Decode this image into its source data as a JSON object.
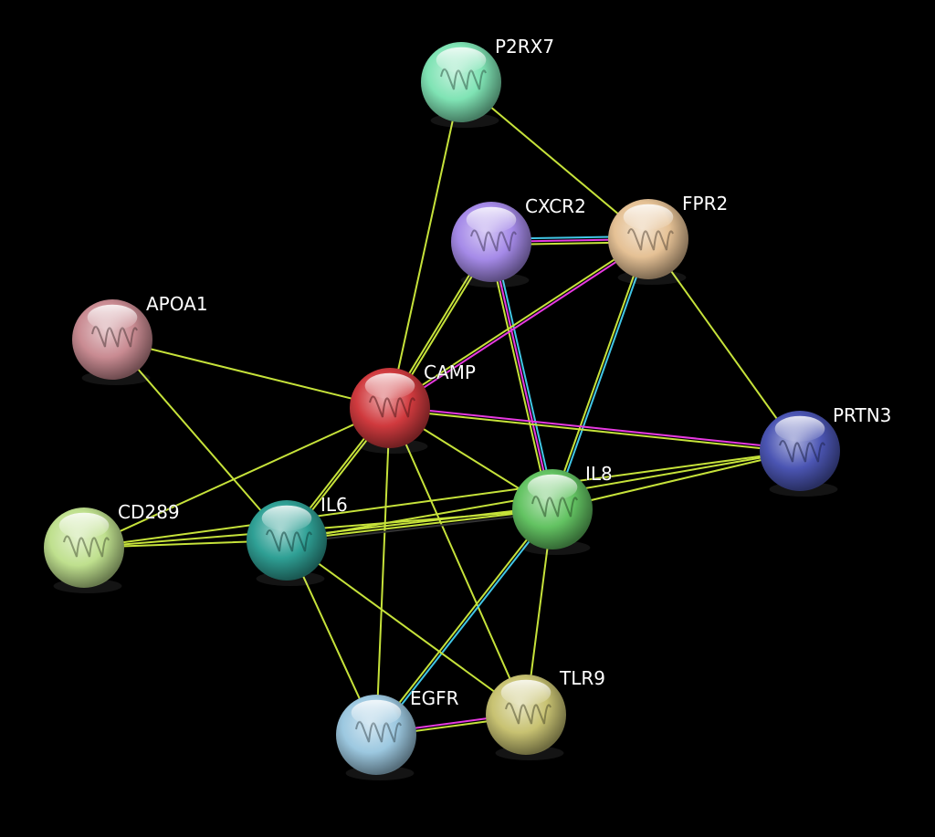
{
  "colors": {
    "background": "#000000",
    "edge_types": {
      "textmining": "#c6e23a",
      "database": "#41c6e6",
      "experiment": "#e63ae0",
      "coexpression": "#333333"
    }
  },
  "nodes": [
    {
      "id": "P2RX7",
      "label": "P2RX7",
      "color": "#7fe3b4"
    },
    {
      "id": "CXCR2",
      "label": "CXCR2",
      "color": "#a58ae8"
    },
    {
      "id": "FPR2",
      "label": "FPR2",
      "color": "#e5c195"
    },
    {
      "id": "APOA1",
      "label": "APOA1",
      "color": "#c98b92"
    },
    {
      "id": "CAMP",
      "label": "CAMP",
      "color": "#d03a3e"
    },
    {
      "id": "PRTN3",
      "label": "PRTN3",
      "color": "#4b55b3"
    },
    {
      "id": "IL8",
      "label": "IL8",
      "color": "#63c362"
    },
    {
      "id": "CD289",
      "label": "CD289",
      "color": "#bfe08e"
    },
    {
      "id": "IL6",
      "label": "IL6",
      "color": "#2fa095"
    },
    {
      "id": "EGFR",
      "label": "EGFR",
      "color": "#9cc8e0"
    },
    {
      "id": "TLR9",
      "label": "TLR9",
      "color": "#c8c272"
    }
  ],
  "edges": [
    {
      "source": "P2RX7",
      "target": "CAMP",
      "types": [
        "textmining"
      ]
    },
    {
      "source": "P2RX7",
      "target": "FPR2",
      "types": [
        "textmining"
      ]
    },
    {
      "source": "CXCR2",
      "target": "FPR2",
      "types": [
        "database",
        "experiment",
        "textmining"
      ]
    },
    {
      "source": "CXCR2",
      "target": "CAMP",
      "types": [
        "textmining",
        "textmining"
      ]
    },
    {
      "source": "CXCR2",
      "target": "IL8",
      "types": [
        "database",
        "experiment",
        "textmining"
      ]
    },
    {
      "source": "FPR2",
      "target": "CAMP",
      "types": [
        "experiment",
        "textmining"
      ]
    },
    {
      "source": "FPR2",
      "target": "IL8",
      "types": [
        "database",
        "textmining"
      ]
    },
    {
      "source": "FPR2",
      "target": "PRTN3",
      "types": [
        "textmining"
      ]
    },
    {
      "source": "APOA1",
      "target": "CAMP",
      "types": [
        "textmining"
      ]
    },
    {
      "source": "APOA1",
      "target": "IL6",
      "types": [
        "textmining"
      ]
    },
    {
      "source": "CAMP",
      "target": "PRTN3",
      "types": [
        "experiment",
        "textmining"
      ]
    },
    {
      "source": "CAMP",
      "target": "IL8",
      "types": [
        "textmining"
      ]
    },
    {
      "source": "CAMP",
      "target": "IL6",
      "types": [
        "textmining",
        "textmining"
      ]
    },
    {
      "source": "CAMP",
      "target": "CD289",
      "types": [
        "textmining"
      ]
    },
    {
      "source": "CAMP",
      "target": "EGFR",
      "types": [
        "textmining"
      ]
    },
    {
      "source": "CAMP",
      "target": "TLR9",
      "types": [
        "textmining"
      ]
    },
    {
      "source": "PRTN3",
      "target": "IL8",
      "types": [
        "textmining"
      ]
    },
    {
      "source": "PRTN3",
      "target": "IL6",
      "types": [
        "textmining"
      ]
    },
    {
      "source": "PRTN3",
      "target": "CD289",
      "types": [
        "textmining"
      ]
    },
    {
      "source": "IL8",
      "target": "IL6",
      "types": [
        "coexpression",
        "textmining",
        "textmining"
      ]
    },
    {
      "source": "IL8",
      "target": "CD289",
      "types": [
        "textmining"
      ]
    },
    {
      "source": "IL8",
      "target": "EGFR",
      "types": [
        "database",
        "textmining"
      ]
    },
    {
      "source": "IL8",
      "target": "TLR9",
      "types": [
        "textmining"
      ]
    },
    {
      "source": "IL6",
      "target": "CD289",
      "types": [
        "textmining"
      ]
    },
    {
      "source": "IL6",
      "target": "EGFR",
      "types": [
        "textmining"
      ]
    },
    {
      "source": "IL6",
      "target": "TLR9",
      "types": [
        "textmining"
      ]
    },
    {
      "source": "EGFR",
      "target": "TLR9",
      "types": [
        "experiment",
        "textmining"
      ]
    }
  ]
}
